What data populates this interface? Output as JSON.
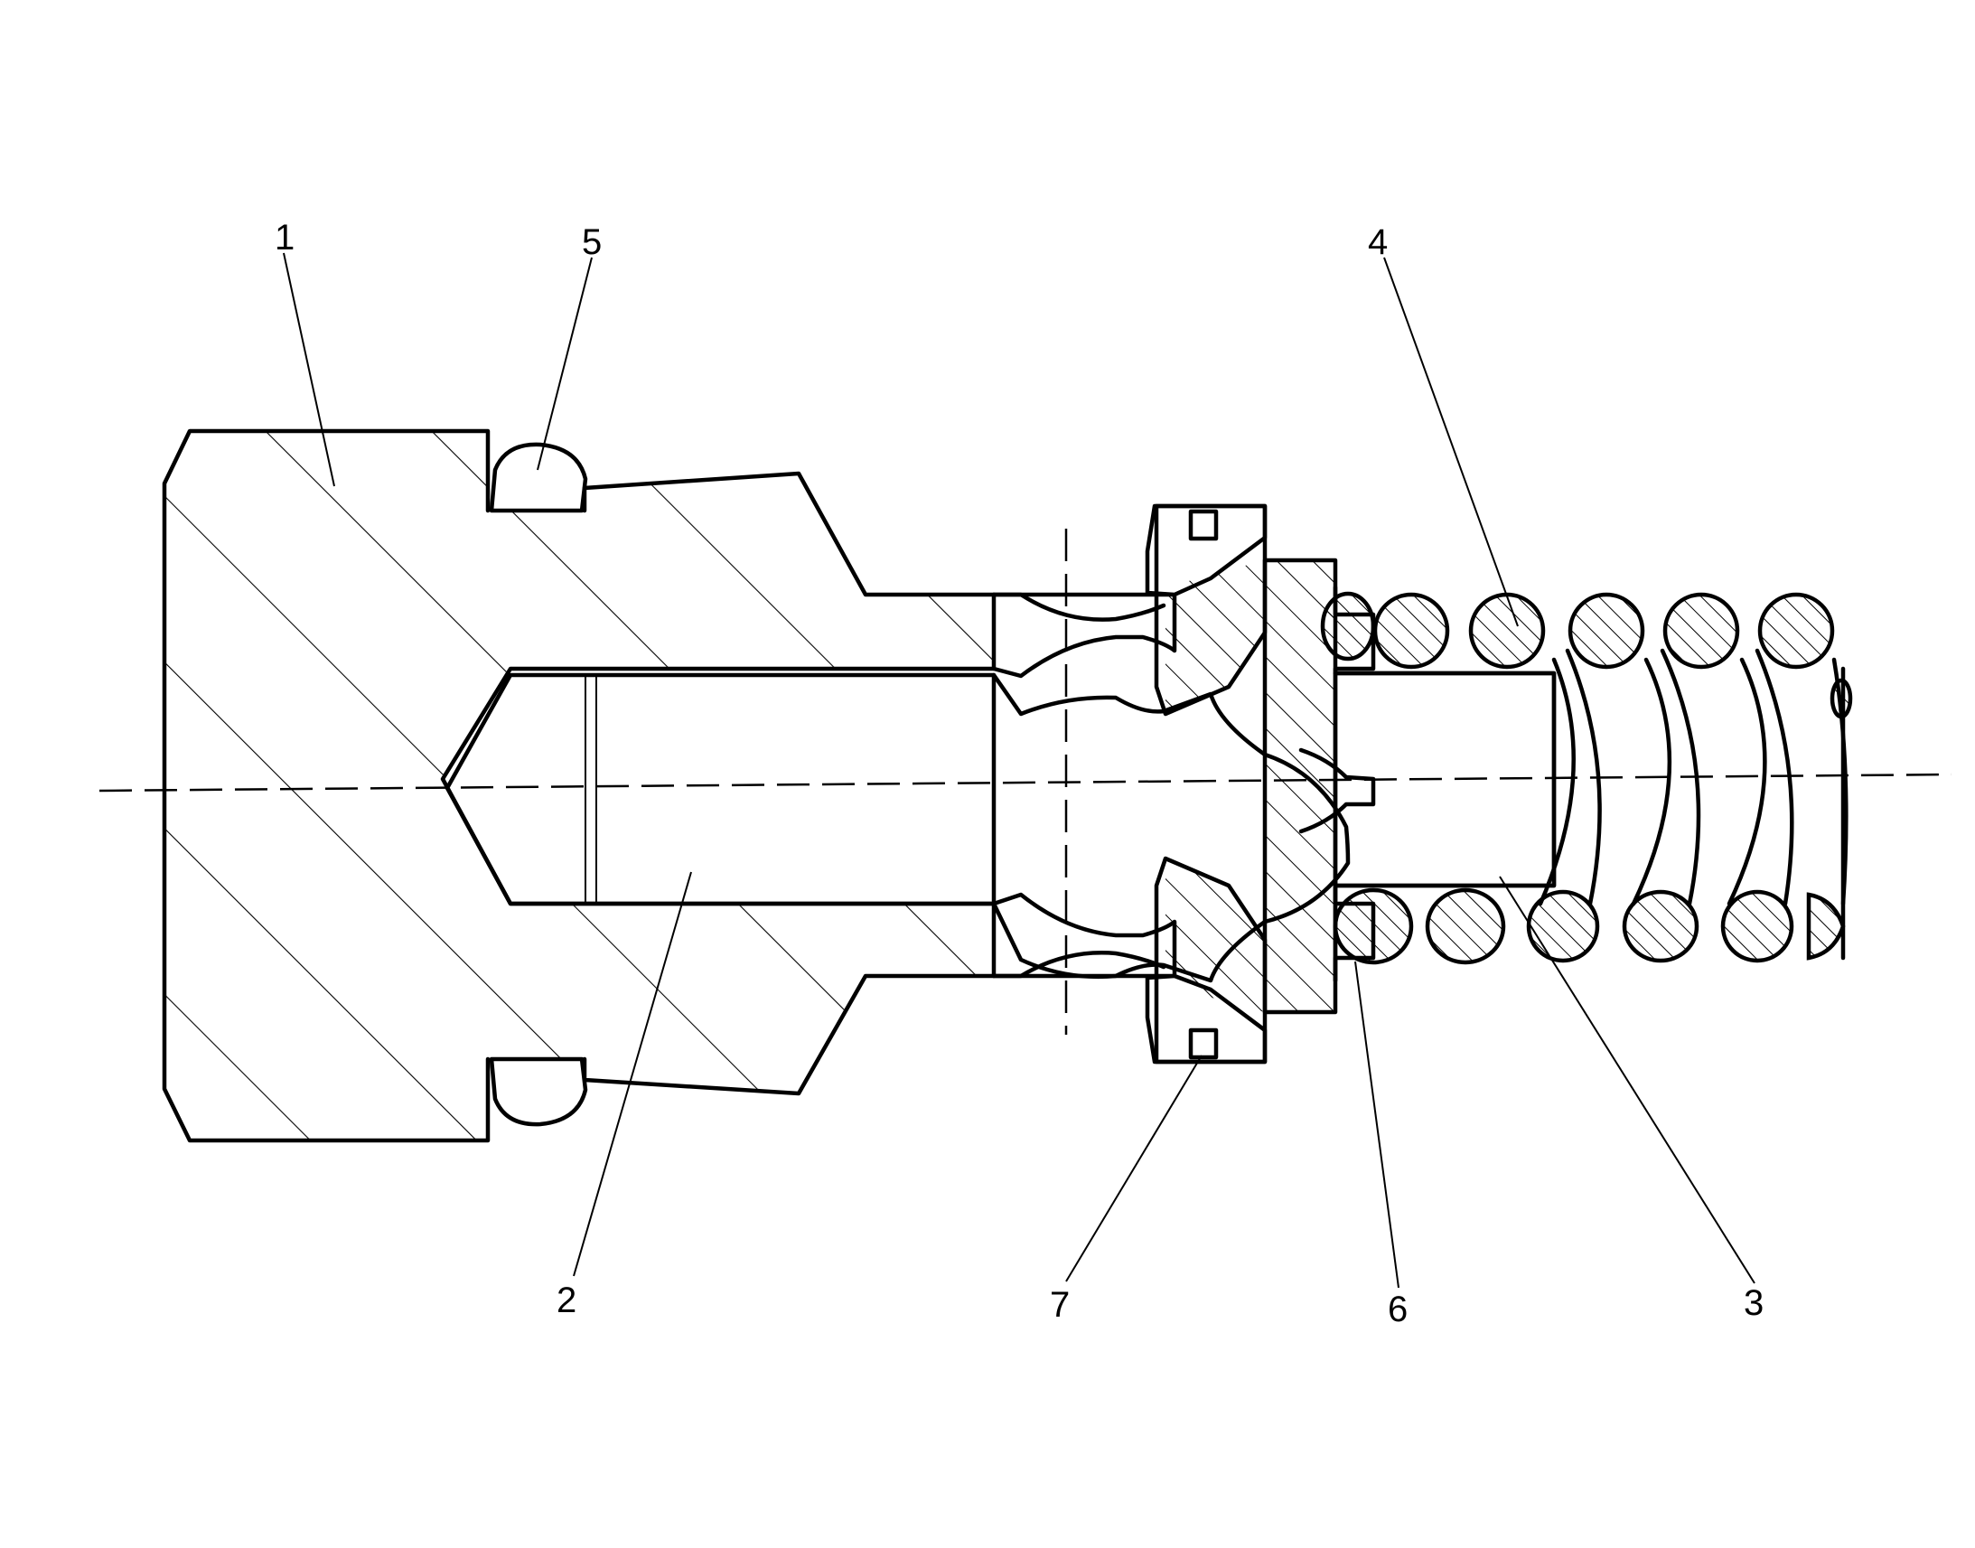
{
  "colors": {
    "ink": "#000000",
    "paper": "#ffffff"
  },
  "labels": [
    {
      "id": "1",
      "text": "1"
    },
    {
      "id": "2",
      "text": "2"
    },
    {
      "id": "3",
      "text": "3"
    },
    {
      "id": "4",
      "text": "4"
    },
    {
      "id": "5",
      "text": "5"
    },
    {
      "id": "6",
      "text": "6"
    },
    {
      "id": "7",
      "text": "7"
    }
  ]
}
